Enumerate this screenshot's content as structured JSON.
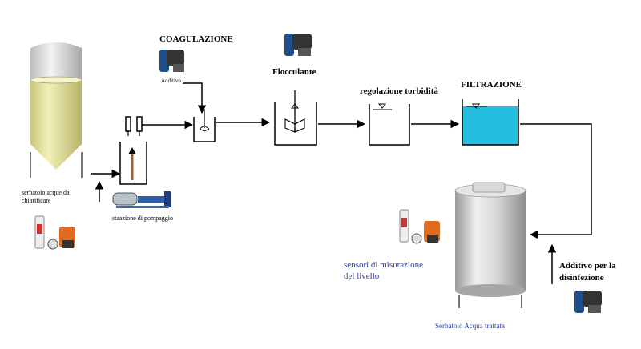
{
  "labels": {
    "coagulazione": "COAGULAZIONE",
    "additivo": "Additivo",
    "flocculante": "Flocculante",
    "regolazione": "regolazione torbidità",
    "filtrazione": "FILTRAZIONE",
    "serbatoio_acque_1": "serbatoio acque da",
    "serbatoio_acque_2": "chiarificare",
    "stazione": "staazione di pompaggio",
    "sensori_1": "sensori di misurazione",
    "sensori_2": "del livello",
    "additivo_dis_1": "Additivo per la",
    "additivo_dis_2": "disinfezione",
    "serbatoio_trattata": "Serbatoio Acqua trattata"
  },
  "colors": {
    "silo_liquid": "#e6e49a",
    "filter_water": "#22bfe0",
    "text_blue": "#2d3fae",
    "tank_steel": "#c8c8c8",
    "pump_orange": "#e06a1e",
    "valve_blue": "#1f4f8a"
  },
  "icons": {
    "dosing_pump": "dosing-pump-icon",
    "centrifugal_pump": "centrifugal-pump-icon",
    "level_sensor": "level-sensor-icon"
  }
}
